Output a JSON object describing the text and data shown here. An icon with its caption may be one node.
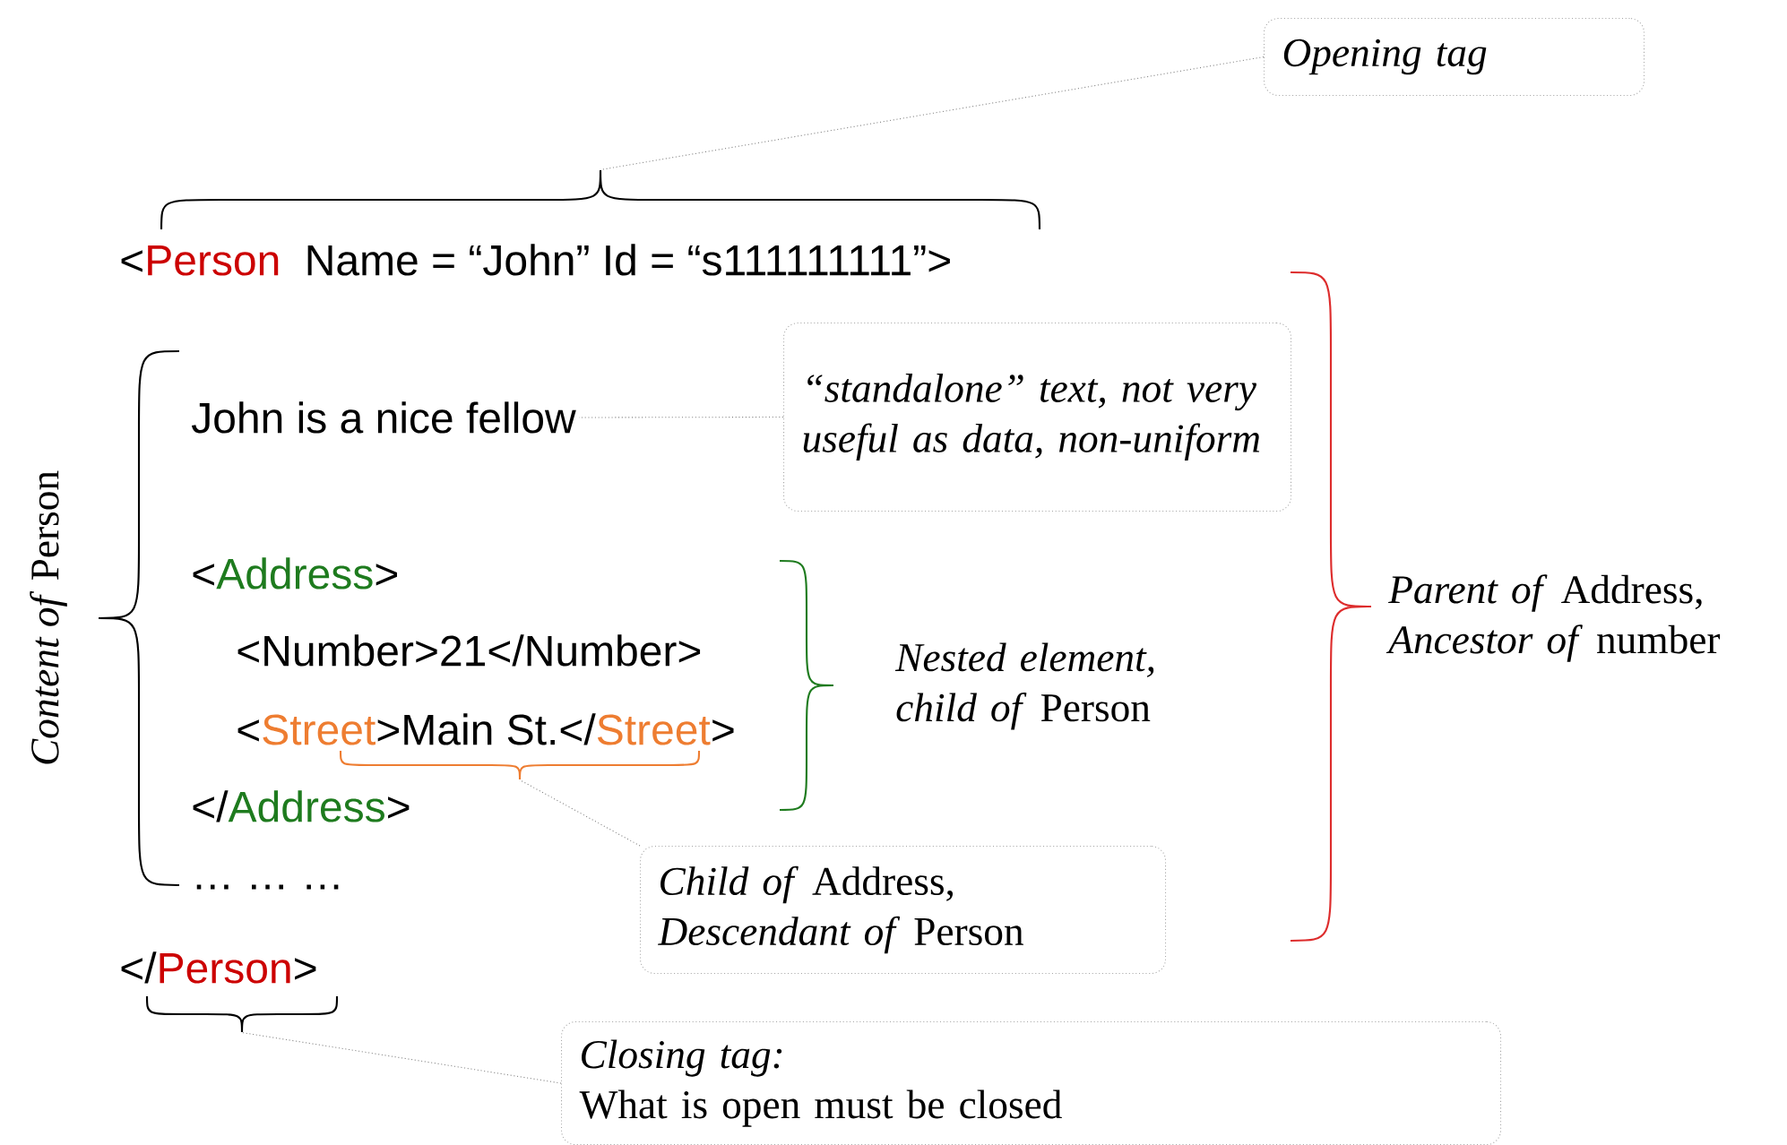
{
  "diagram": {
    "nodes": [
      {
        "text": [
          "Opening tag"
        ]
      },
      {
        "text": [],
        "shape": "brace"
      },
      {
        "text": [
          "John is a nice fellow"
        ]
      },
      {
        "text": [
          "“standalone” text, not very useful as data, non-uniform"
        ]
      },
      {
        "text": [],
        "shape": "brace"
      },
      {
        "text": [
          "*Child of* Address, *Descendant of* Person"
        ]
      },
      {
        "text": [],
        "shape": "brace"
      },
      {
        "text": [
          "Closing tag:",
          "What is open must be closed"
        ]
      }
    ],
    "edges": [
      {
        "from": 0,
        "to": 1,
        "arrow": "none"
      },
      {
        "from": 3,
        "to": 2,
        "arrow": "none"
      },
      {
        "from": 5,
        "to": 4,
        "arrow": "none"
      },
      {
        "from": 7,
        "to": 6,
        "arrow": "none"
      }
    ],
    "labels": [
      "<",
      "Person",
      "Name = “John”  Id = “s111111111”>",
      "<",
      "Address",
      ">",
      "<Number>21</Number>",
      "<",
      "Street",
      ">Main St.</",
      "Street",
      ">",
      "</",
      "Address",
      ">",
      "… … …",
      "</",
      "Person",
      ">",
      "*Content of* Person",
      "*Nested element, child of* Person",
      "*Parent of* Address, *Ancestor of* number"
    ]
  }
}
